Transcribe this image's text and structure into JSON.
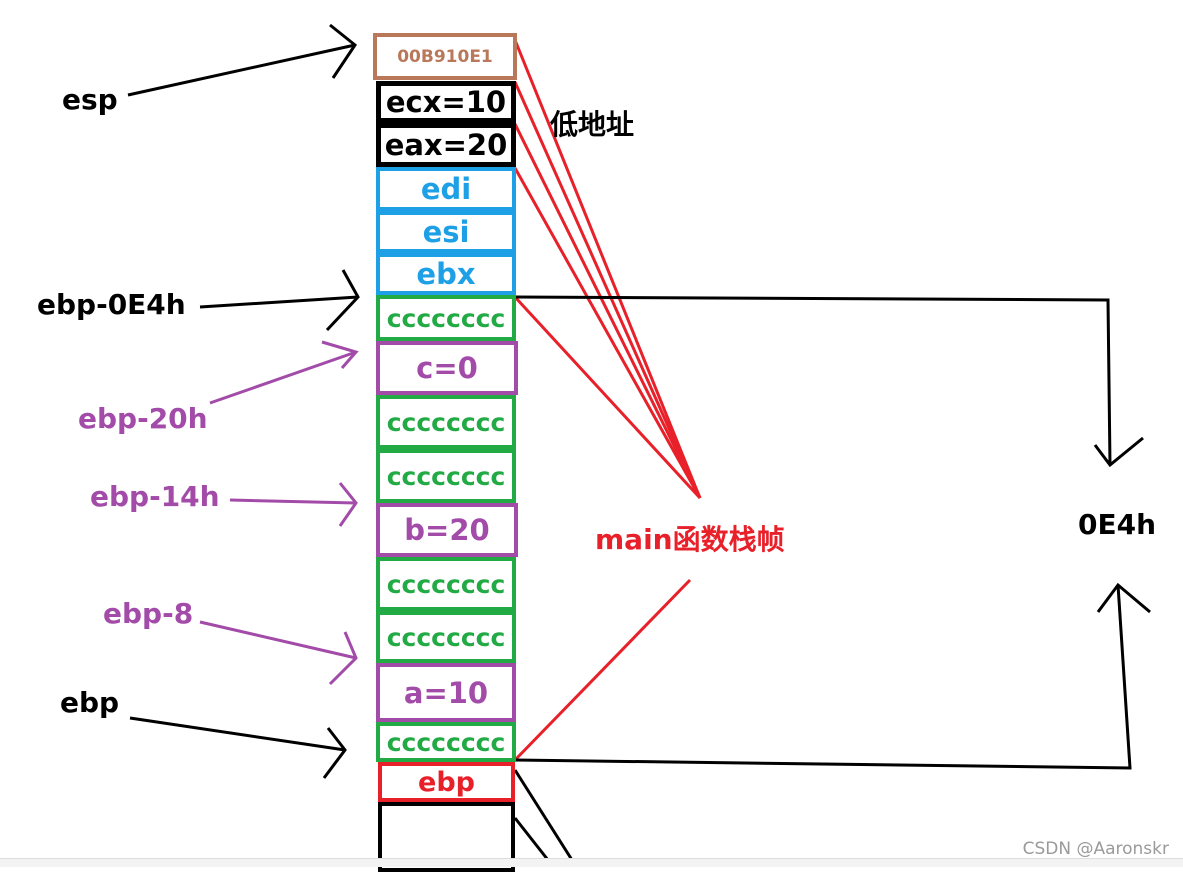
{
  "stack_cells": [
    {
      "text": "00B910E1",
      "color": "#b9785a"
    },
    {
      "text": "ecx=10",
      "color": "#000000"
    },
    {
      "text": "eax=20",
      "color": "#000000"
    },
    {
      "text": "edi",
      "color": "#1ea0e6"
    },
    {
      "text": "esi",
      "color": "#1ea0e6"
    },
    {
      "text": "ebx",
      "color": "#1ea0e6"
    },
    {
      "text": "cccccccc",
      "color": "#22aa44"
    },
    {
      "text": "c=0",
      "color": "#a24ba8"
    },
    {
      "text": "cccccccc",
      "color": "#22aa44"
    },
    {
      "text": "cccccccc",
      "color": "#22aa44"
    },
    {
      "text": "b=20",
      "color": "#a24ba8"
    },
    {
      "text": "cccccccc",
      "color": "#22aa44"
    },
    {
      "text": "cccccccc",
      "color": "#22aa44"
    },
    {
      "text": "a=10",
      "color": "#a24ba8"
    },
    {
      "text": "cccccccc",
      "color": "#22aa44"
    },
    {
      "text": "ebp",
      "color": "#e8202a"
    },
    {
      "text": "",
      "color": "#000000"
    }
  ],
  "labels": {
    "esp": "esp",
    "ebp_0e4h": "ebp-0E4h",
    "ebp_20h": "ebp-20h",
    "ebp_14h": "ebp-14h",
    "ebp_8": "ebp-8",
    "ebp": "ebp",
    "low_address": "低地址",
    "main_frame": "main函数栈帧",
    "size_0e4h": "0E4h"
  },
  "watermark": "CSDN @Aaronskr",
  "colors": {
    "black": "#000000",
    "purple": "#a24ba8",
    "red": "#e8202a",
    "blue": "#1ea0e6",
    "green": "#22aa44",
    "brown": "#b9785a"
  }
}
